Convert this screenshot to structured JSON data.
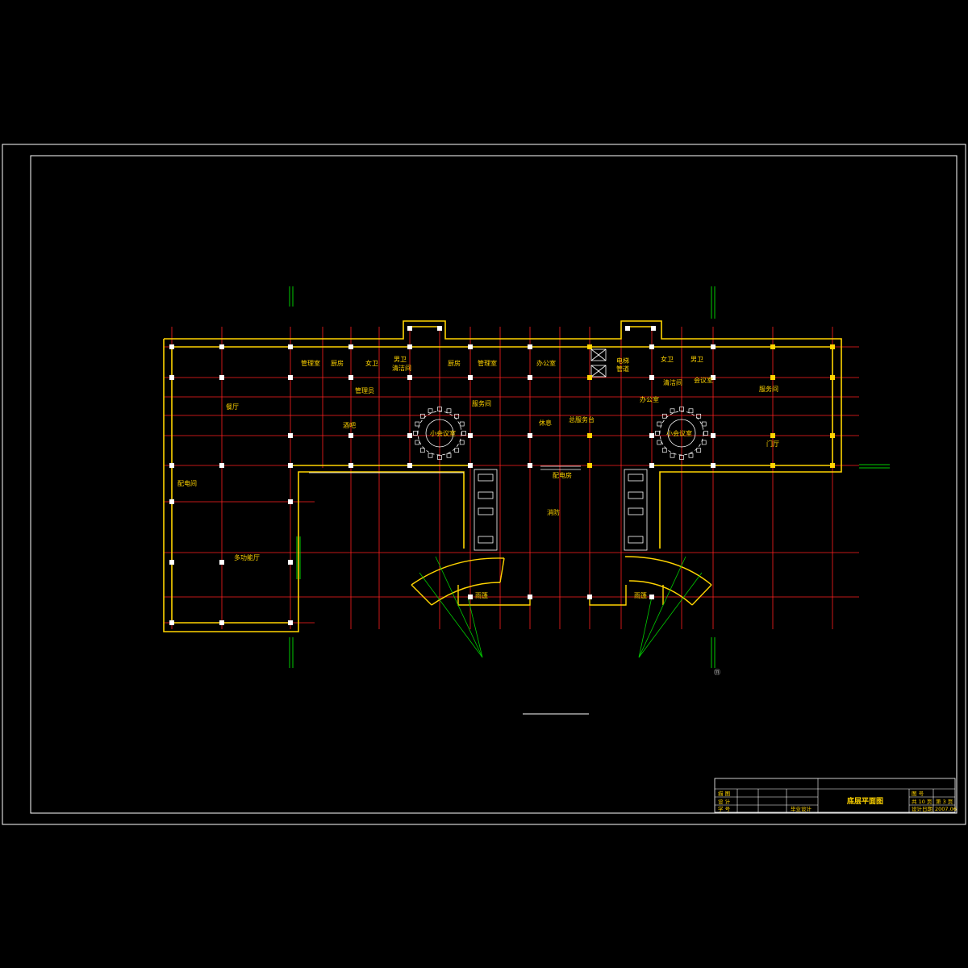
{
  "drawing": {
    "colors": {
      "background": "#000000",
      "frame": "#ffffff",
      "grid": "#ff2020",
      "wall": "#ffd400",
      "column": "#ffffff",
      "sightline": "#00cc00"
    },
    "title_block": {
      "rows": [
        {
          "label": "描 图",
          "value": "",
          "label2": "图 号",
          "value2": ""
        },
        {
          "label": "设 计",
          "value": "",
          "label2": "共 10 页",
          "value2": "第 3 页"
        },
        {
          "label": "学 号",
          "value": "",
          "label2": "设计日期",
          "value2": "2007.06"
        }
      ],
      "col_values": [
        "",
        "",
        ""
      ],
      "drawing_title": "底层平面图",
      "course": "毕业设计"
    },
    "labels": {
      "room_a": "管理室",
      "room_b": "厨房",
      "room_c": "女卫",
      "room_d": "男卫",
      "room_e": "清洁间",
      "room_f": "厨房",
      "room_g": "管理室",
      "room_h": "办公室",
      "room_i": "电梯",
      "room_j": "管道",
      "room_k": "女卫",
      "room_l": "男卫",
      "room_m": "清洁间",
      "room_n": "会议室",
      "room_o": "管理员",
      "room_p": "餐厅",
      "room_q": "酒吧",
      "room_r": "服务间",
      "room_s": "办公室",
      "room_t": "服务间",
      "room_u": "小会议室",
      "room_v": "小会议室",
      "room_w": "休息",
      "room_x": "总服务台",
      "room_y": "门厅",
      "room_z": "配电房",
      "room_aa": "消防",
      "room_ab": "配电间",
      "room_ac": "多功能厅",
      "room_ad": "雨篷",
      "room_ae": "雨篷",
      "axis_mark": "⑪"
    }
  }
}
